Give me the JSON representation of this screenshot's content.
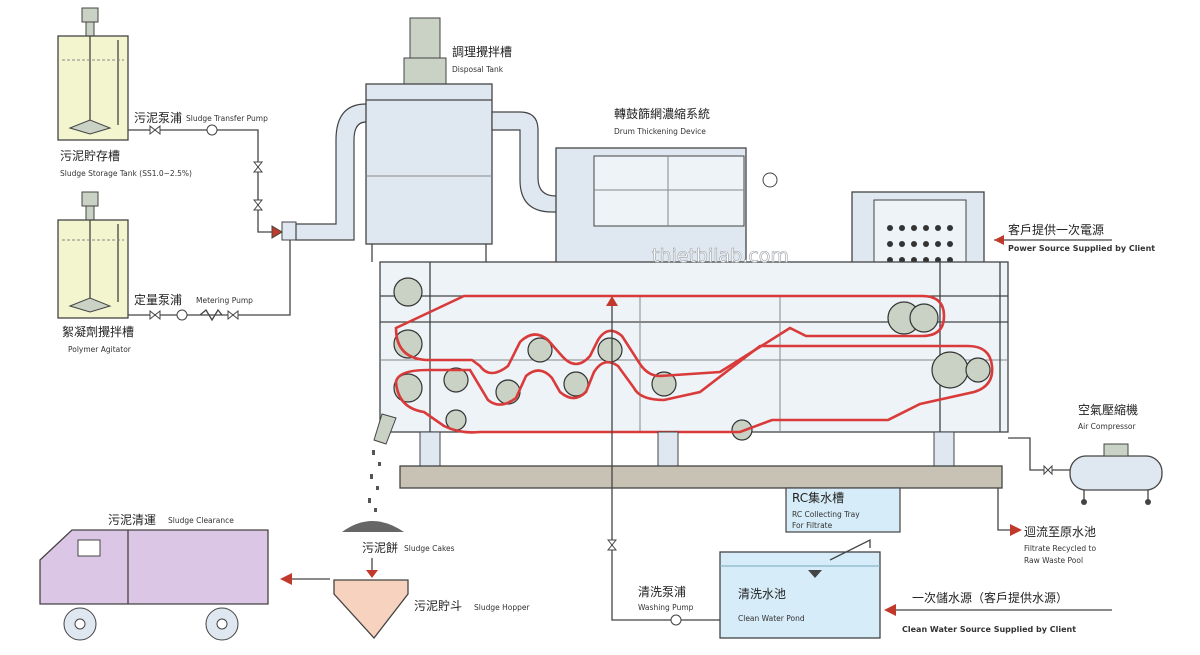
{
  "labels": {
    "sludge_storage_tank": {
      "cn": "污泥貯存槽",
      "en": "Sludge Storage Tank (SS1.0~2.5%)"
    },
    "sludge_transfer_pump": {
      "cn": "污泥泵浦",
      "en": "Sludge Transfer Pump"
    },
    "metering_pump": {
      "cn": "定量泵浦",
      "en": "Metering Pump"
    },
    "polymer_agitator": {
      "cn": "絮凝劑攪拌槽",
      "en": "Polymer Agitator"
    },
    "disposal_tank": {
      "cn": "調理攪拌槽",
      "en": "Disposal Tank"
    },
    "drum_thickening": {
      "cn": "轉鼓篩網濃縮系統",
      "en": "Drum Thickening Device"
    },
    "power_source": {
      "cn": "客戶提供一次電源",
      "en": "Power Source Supplied by Client"
    },
    "air_compressor": {
      "cn": "空氣壓縮機",
      "en": "Air Compressor"
    },
    "rc_tray": {
      "cn": "RC集水槽",
      "en1": "RC Collecting Tray",
      "en2": "For Filtrate"
    },
    "filtrate_recycled": {
      "cn": "迴流至原水池",
      "en1": "Filtrate Recycled to",
      "en2": "Raw Waste Pool"
    },
    "sludge_clearance": {
      "cn": "污泥清運",
      "en": "Sludge Clearance"
    },
    "sludge_cakes": {
      "cn": "污泥餅",
      "en": "Sludge Cakes"
    },
    "sludge_hopper": {
      "cn": "污泥貯斗",
      "en": "Sludge Hopper"
    },
    "washing_pump": {
      "cn": "清洗泵浦",
      "en": "Washing Pump"
    },
    "clean_water_pond": {
      "cn": "清洗水池",
      "en": "Clean Water Pond"
    },
    "clean_water_source": {
      "cn": "一次儲水源（客戶提供水源）",
      "en": "Clean Water Source Supplied by Client"
    }
  },
  "watermark": "thietbilab.com",
  "colors": {
    "tank_fill": "#f3f5cf",
    "machine_fill": "#dfe8f0",
    "belt": "#d93a3a",
    "arrow": "#c0392b",
    "truck": "#dcc6e6",
    "hopper": "#f6d2bf",
    "pond": "#d6ecf8"
  }
}
